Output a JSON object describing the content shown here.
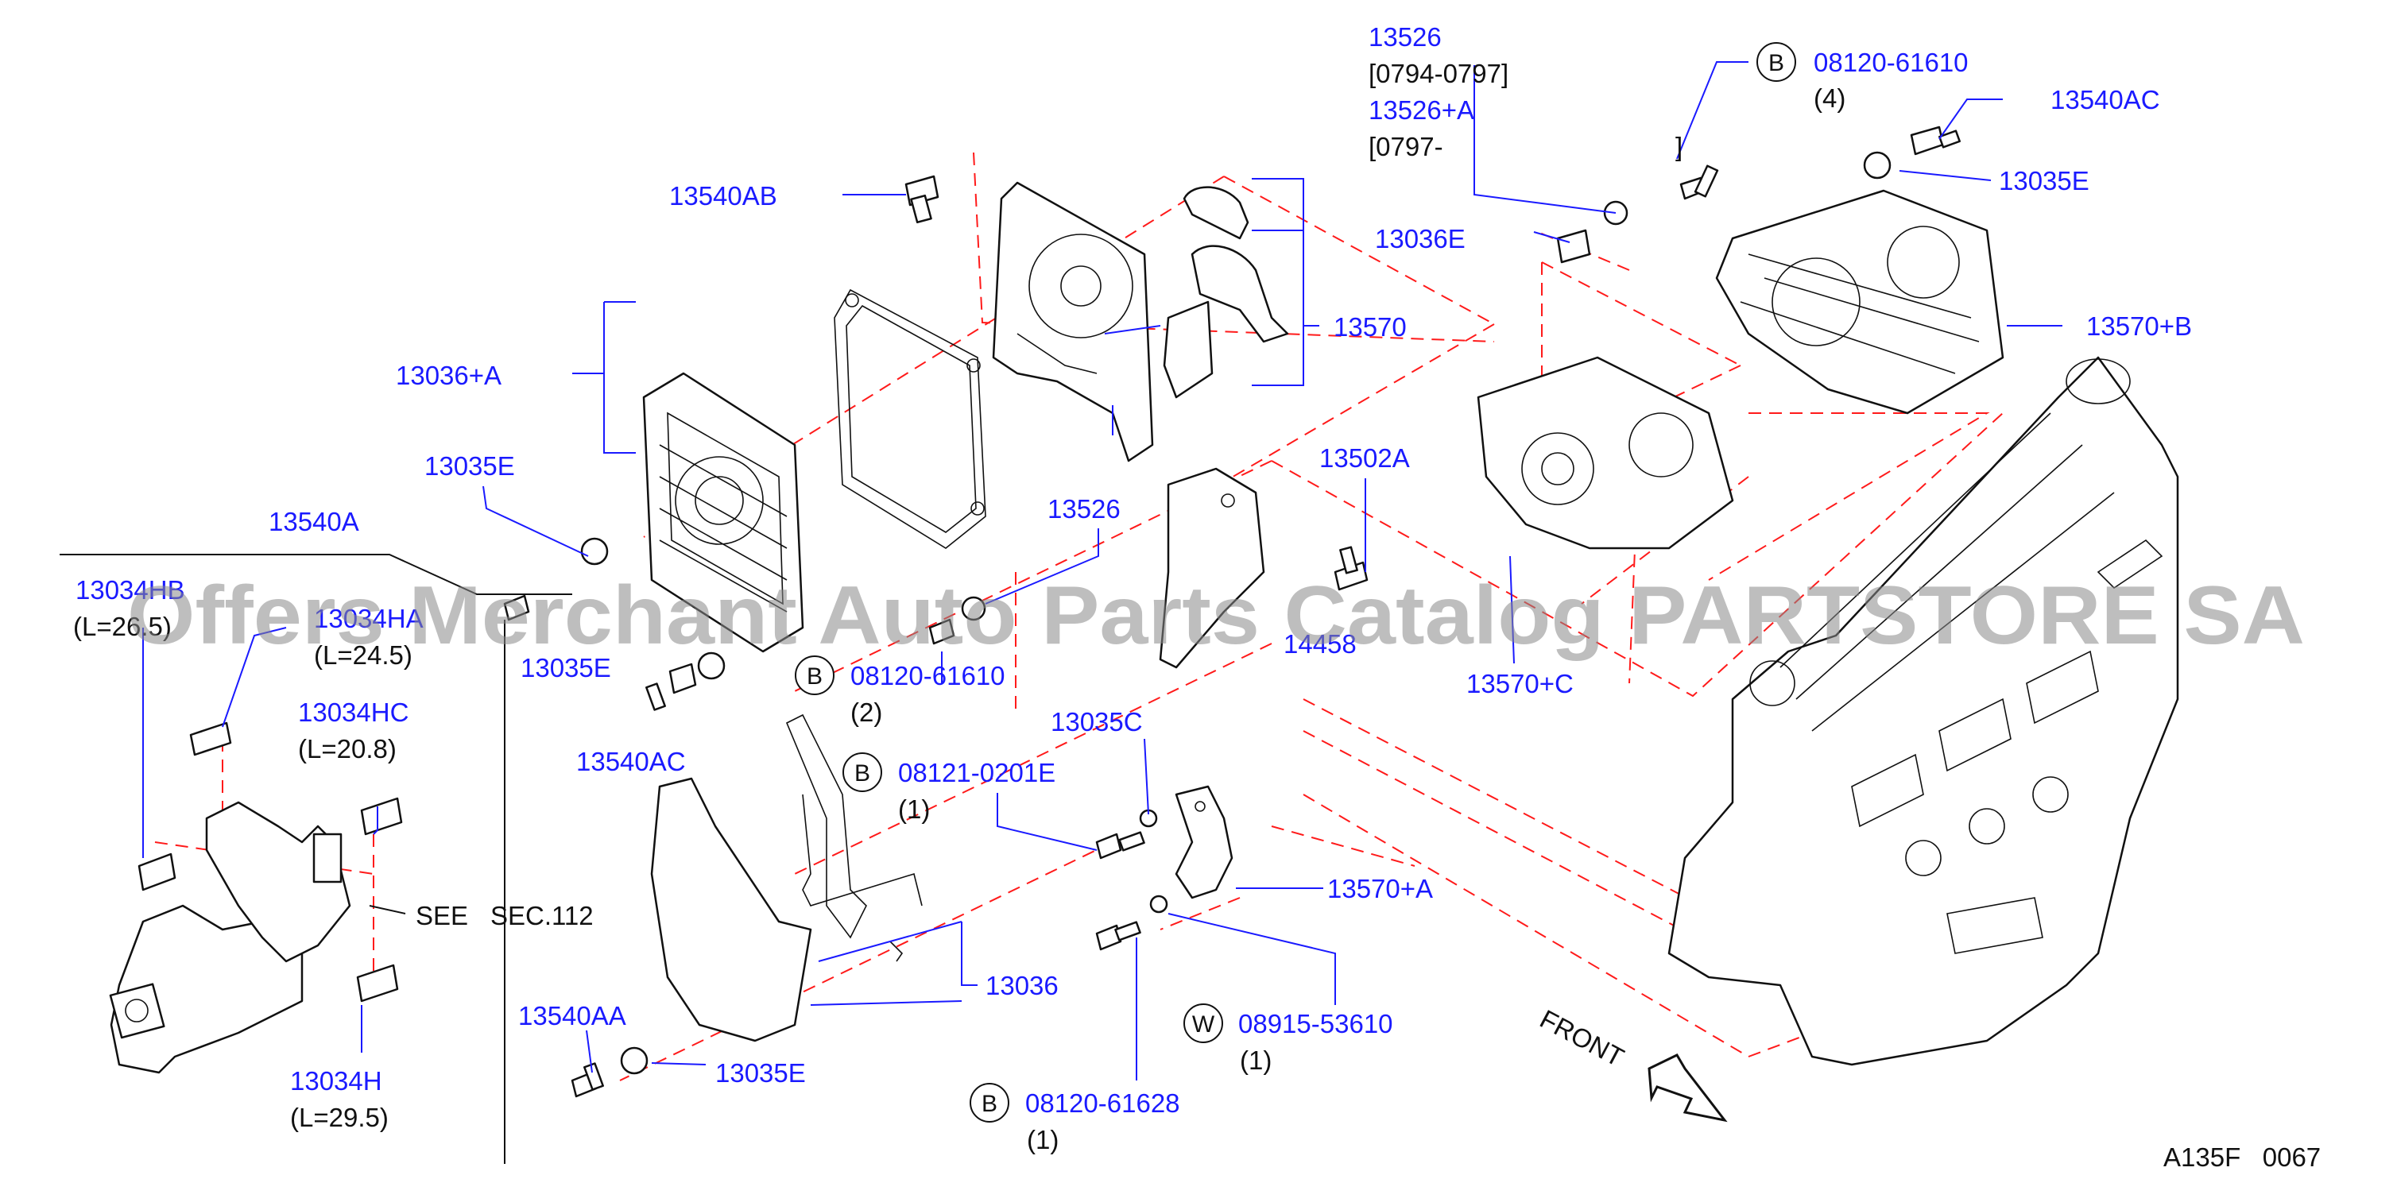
{
  "watermark": "Offers Merchant Auto Parts Catalog PARTSTORE SA",
  "figure_code": "A135F   0067",
  "front_label": "FRONT",
  "see_ref": {
    "see": "SEE",
    "section": "SEC.112"
  },
  "symbols": {
    "b": "B",
    "w": "W"
  },
  "labels": {
    "p13526_top": "13526",
    "p13526_top_range": "[0794-0797]",
    "p13526A": "13526+A",
    "p13526A_range": "[0797-",
    "p13526A_range_close": "]",
    "b08120_61610_top": "08120-61610",
    "b08120_61610_top_qty": "(4)",
    "p13540AC_top": "13540AC",
    "p13035E_top": "13035E",
    "p13036E": "13036E",
    "p13570B": "13570+B",
    "p13540AB": "13540AB",
    "p13570": "13570",
    "p13036A": "13036+A",
    "p13035E_left": "13035E",
    "p13540A": "13540A",
    "p13526_mid": "13526",
    "p13502A": "13502A",
    "p13570C": "13570+C",
    "p14458": "14458",
    "p13034HB": "13034HB",
    "p13034HB_len": "(L=26.5)",
    "p13034HA": "13034HA",
    "p13034HA_len": "(L=24.5)",
    "p13035E_mid": "13035E",
    "b08120_61610_mid": "08120-61610",
    "b08120_61610_mid_qty": "(2)",
    "p13034HC": "13034HC",
    "p13034HC_len": "(L=20.8)",
    "p13540AC_mid": "13540AC",
    "p13035C": "13035C",
    "b08121_0201E": "08121-0201E",
    "b08121_0201E_qty": "(1)",
    "p13570A": "13570+A",
    "p13036": "13036",
    "p13540AA": "13540AA",
    "p13035E_bottom": "13035E",
    "w08915_53610": "08915-53610",
    "w08915_53610_qty": "(1)",
    "p13034H": "13034H",
    "p13034H_len": "(L=29.5)",
    "b08120_61628": "08120-61628",
    "b08120_61628_qty": "(1)"
  }
}
